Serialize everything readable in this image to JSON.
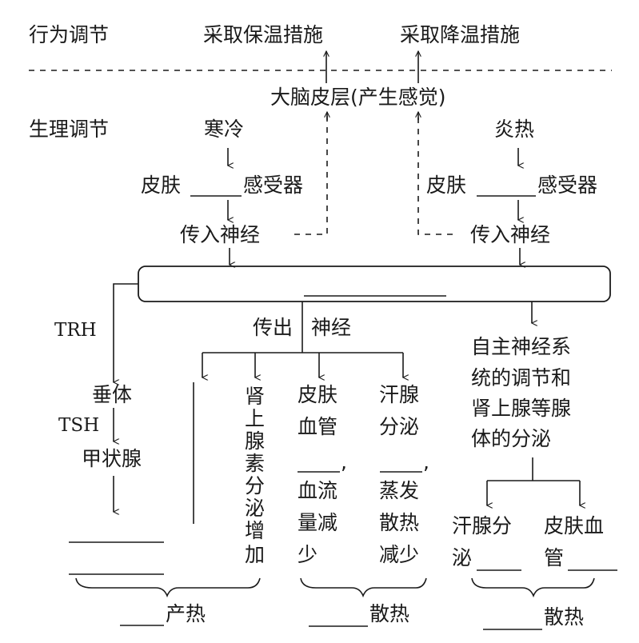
{
  "rows": {
    "behavioral": "行为调节",
    "physiological": "生理调节"
  },
  "behavior": {
    "warm_measures": "采取保温措施",
    "cool_measures": "采取降温措施"
  },
  "cortex": "大脑皮层(产生感觉)",
  "cold_path": {
    "stimulus": "寒冷",
    "receptor_prefix": "皮肤",
    "receptor_suffix": "感受器",
    "afferent": "传入神经"
  },
  "hot_path": {
    "stimulus": "炎热",
    "receptor_prefix": "皮肤",
    "receptor_suffix": "感受器",
    "afferent": "传入神经"
  },
  "center_box": {
    "content": ""
  },
  "hormones": {
    "trh": "TRH",
    "pituitary": "垂体",
    "tsh": "TSH",
    "thyroid": "甲状腺"
  },
  "efferent": {
    "left": "传出",
    "right": "神经"
  },
  "branches": {
    "adrenaline": [
      "肾",
      "上",
      "腺",
      "素",
      "分",
      "泌",
      "增",
      "加"
    ],
    "skin_vessel": {
      "lines": [
        "皮肤",
        "血管"
      ],
      "after": [
        "血流",
        "量减",
        "少"
      ]
    },
    "sweat": {
      "lines": [
        "汗腺",
        "分泌"
      ],
      "after": [
        "蒸发",
        "散热",
        "减少"
      ]
    },
    "comma": ","
  },
  "autonomic": {
    "lines": [
      "自主神经系",
      "统的调节和",
      "肾上腺等腺",
      "体的分泌"
    ]
  },
  "hot_outcomes": {
    "sweat": [
      "汗腺分",
      "泌"
    ],
    "vessel": [
      "皮肤血",
      "管"
    ]
  },
  "summary": {
    "produce_heat": "产热",
    "dissipate_heat_1": "散热",
    "dissipate_heat_2": "散热"
  }
}
